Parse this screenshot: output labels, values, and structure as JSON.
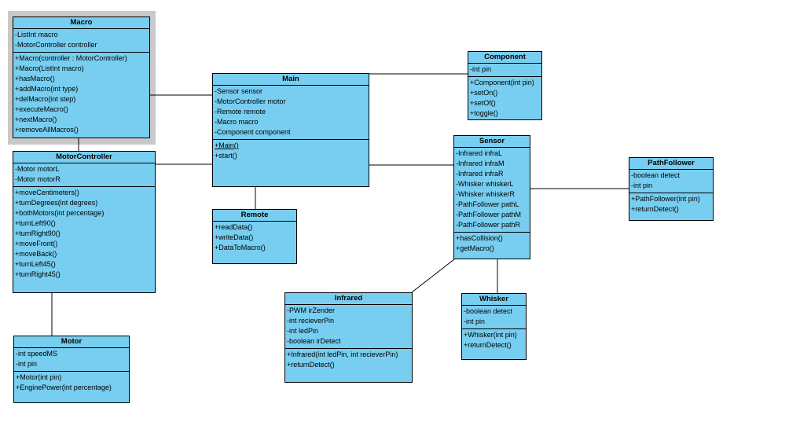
{
  "diagram": {
    "kind": "uml-class-diagram",
    "box_fill_color": "#77cef0",
    "box_border_color": "#000000",
    "selection_color": "#c9c9c9",
    "selected_class": "Macro"
  },
  "classes": [
    {
      "name": "Macro",
      "attributes": [
        "-ListInt macro",
        "-MotorController controller"
      ],
      "methods": [
        "+Macro(controller : MotorController)",
        "+Macro(ListInt macro)",
        "+hasMacro()",
        "+addMacro(int type)",
        "+delMacro(int step)",
        "+executeMacro()",
        "+nextMacro()",
        "+removeAllMacros()"
      ]
    },
    {
      "name": "MotorController",
      "attributes": [
        "-Motor motorL",
        "-Motor motorR"
      ],
      "methods": [
        "+moveCentimeters()",
        "+turnDegrees(int degrees)",
        "+bothMotors(int percentage)",
        "+turnLeft90()",
        "+turnRight90()",
        "+moveFront()",
        "+moveBack()",
        "+turnLeft45()",
        "+turnRight45()"
      ]
    },
    {
      "name": "Motor",
      "attributes": [
        "-int speedMS",
        "-int pin"
      ],
      "methods": [
        "+Motor(int pin)",
        "+EnginePower(int percentage)"
      ]
    },
    {
      "name": "Main",
      "attributes": [
        "-Sensor sensor",
        "-MotorController motor",
        "-Remote remote",
        "-Macro macro",
        "-Component component"
      ],
      "methods": [
        "+Main()",
        "+start()"
      ],
      "underlined_methods": [
        0
      ]
    },
    {
      "name": "Remote",
      "attributes": [],
      "methods": [
        "+readData()",
        "+writeData()",
        "+DataToMacro()"
      ]
    },
    {
      "name": "Component",
      "attributes": [
        "-int pin"
      ],
      "methods": [
        "+Component(int pin)",
        "+setOn()",
        "+setOf()",
        "+toggle()"
      ]
    },
    {
      "name": "Sensor",
      "attributes": [
        "-Infrared infraL",
        "-Infrared infraM",
        "-Infrared infraR",
        "-Whisker whiskerL",
        "-Whisker whiskerR",
        "-PathFollower pathL",
        "-PathFollower pathM",
        "-PathFollower pathR"
      ],
      "methods": [
        "+hasCollision()",
        "+getMacro()"
      ]
    },
    {
      "name": "PathFollower",
      "attributes": [
        "-boolean detect",
        "-int pin"
      ],
      "methods": [
        "+PathFollower(int pin)",
        "+returnDetect()"
      ]
    },
    {
      "name": "Infrared",
      "attributes": [
        "-PWM irZender",
        "-int recieverPin",
        "-int ledPin",
        "-boolean irDetect"
      ],
      "methods": [
        "+Infrared(int ledPin, int recieverPin)",
        "+returnDetect()"
      ]
    },
    {
      "name": "Whisker",
      "attributes": [
        "-boolean detect",
        "-int pin"
      ],
      "methods": [
        "+Whisker(int pin)",
        "+returnDetect()"
      ]
    }
  ],
  "relationships": [
    {
      "from": "Macro",
      "to": "Main"
    },
    {
      "from": "Macro",
      "to": "MotorController"
    },
    {
      "from": "MotorController",
      "to": "Main"
    },
    {
      "from": "MotorController",
      "to": "Motor"
    },
    {
      "from": "Main",
      "to": "Remote"
    },
    {
      "from": "Main",
      "to": "Component"
    },
    {
      "from": "Main",
      "to": "Sensor"
    },
    {
      "from": "Sensor",
      "to": "PathFollower"
    },
    {
      "from": "Sensor",
      "to": "Infrared"
    },
    {
      "from": "Sensor",
      "to": "Whisker"
    }
  ]
}
